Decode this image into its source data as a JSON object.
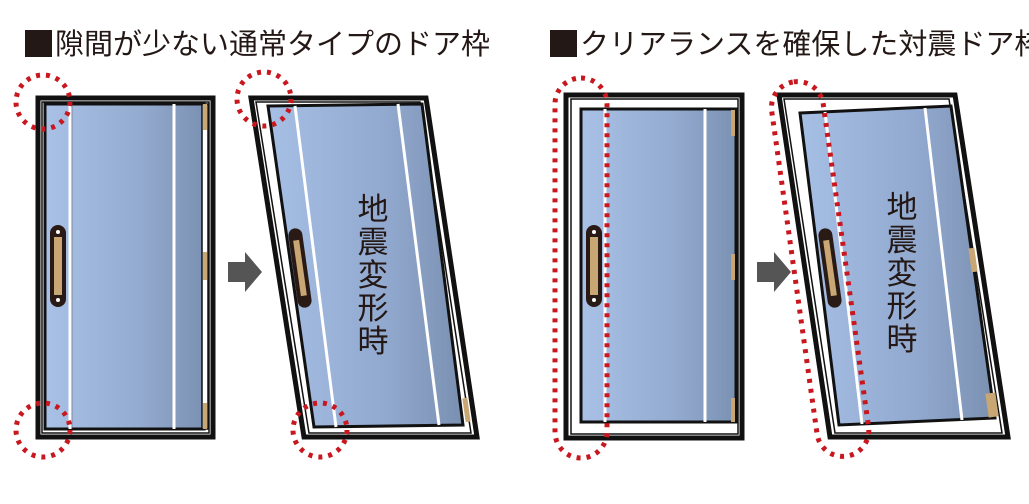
{
  "panels": [
    {
      "title": "隙間が少ない通常タイプのドア枠",
      "states": [
        {
          "label": "",
          "description": "normal state, door fits frame with small gap"
        },
        {
          "label": "地震変形時",
          "description": "earthquake deformation, door corners pinched by frame"
        }
      ],
      "highlight": "corner circles (top-left, bottom-left)"
    },
    {
      "title": "クリアランスを確保した対震ドア枠",
      "states": [
        {
          "label": "",
          "description": "normal state, wide clearance on hinge side"
        },
        {
          "label": "地震変形時",
          "description": "earthquake deformation, clearance absorbs frame distortion"
        }
      ],
      "highlight": "elongated oval along latch side"
    }
  ],
  "labels": {
    "deform_left": [
      "地",
      "震",
      "変",
      "形",
      "時"
    ],
    "deform_right": [
      "地",
      "震",
      "変",
      "形",
      "時"
    ]
  },
  "colors": {
    "door_light": "#a9c0e4",
    "door_dark": "#7d93b4",
    "frame": "#111111",
    "handle": "#c8a774",
    "highlight": "#c8171e",
    "arrow": "#555555",
    "title": "#231815"
  }
}
